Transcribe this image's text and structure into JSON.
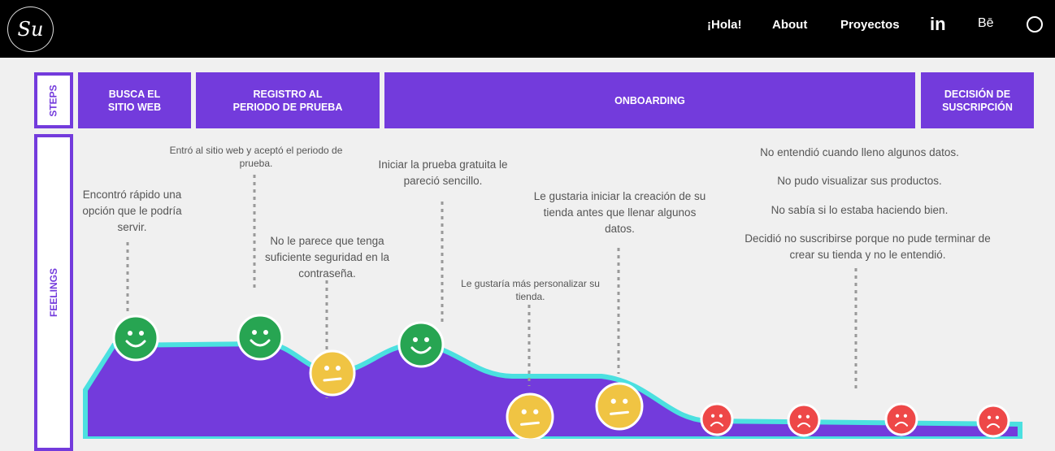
{
  "header": {
    "logo": "Su",
    "nav": [
      "¡Hola!",
      "About",
      "Proyectos"
    ],
    "icons": [
      "linkedin-icon",
      "behance-icon",
      "whatsapp-icon"
    ],
    "behance": "Bē"
  },
  "steps_label": "STEPS",
  "feelings_label": "FEELINGS",
  "steps": [
    "BUSCA EL\nSITIO WEB",
    "REGISTRO AL\nPERIODO DE PRUEBA",
    "ONBOARDING",
    "DECISIÓN DE\nSUSCRIPCIÓN"
  ],
  "comments": [
    "Encontró rápido una opción que le podría servir.",
    "Entró al sitio web y aceptó el periodo de prueba.",
    "No le parece que tenga suficiente seguridad en la contraseña.",
    "Iniciar la prueba gratuita le pareció sencillo.",
    "Le gustaría más personalizar su tienda.",
    "Le gustaria iniciar la creación de su tienda antes que llenar algunos datos.",
    "No entendió cuando lleno algunos datos.",
    "No pudo visualizar sus productos.",
    "No sabía si lo estaba haciendo bien.",
    "Decidió no suscribirse porque no pude terminar de crear su tienda  y no le entendió."
  ],
  "feelings": [
    "happy",
    "happy",
    "neutral",
    "happy",
    "neutral",
    "neutral",
    "sad",
    "sad",
    "sad",
    "sad"
  ],
  "colors": {
    "purple": "#733bdc",
    "cyan": "#4be0e0",
    "happy": "#27a552",
    "neutral": "#f0c443",
    "sad": "#ee4848"
  }
}
